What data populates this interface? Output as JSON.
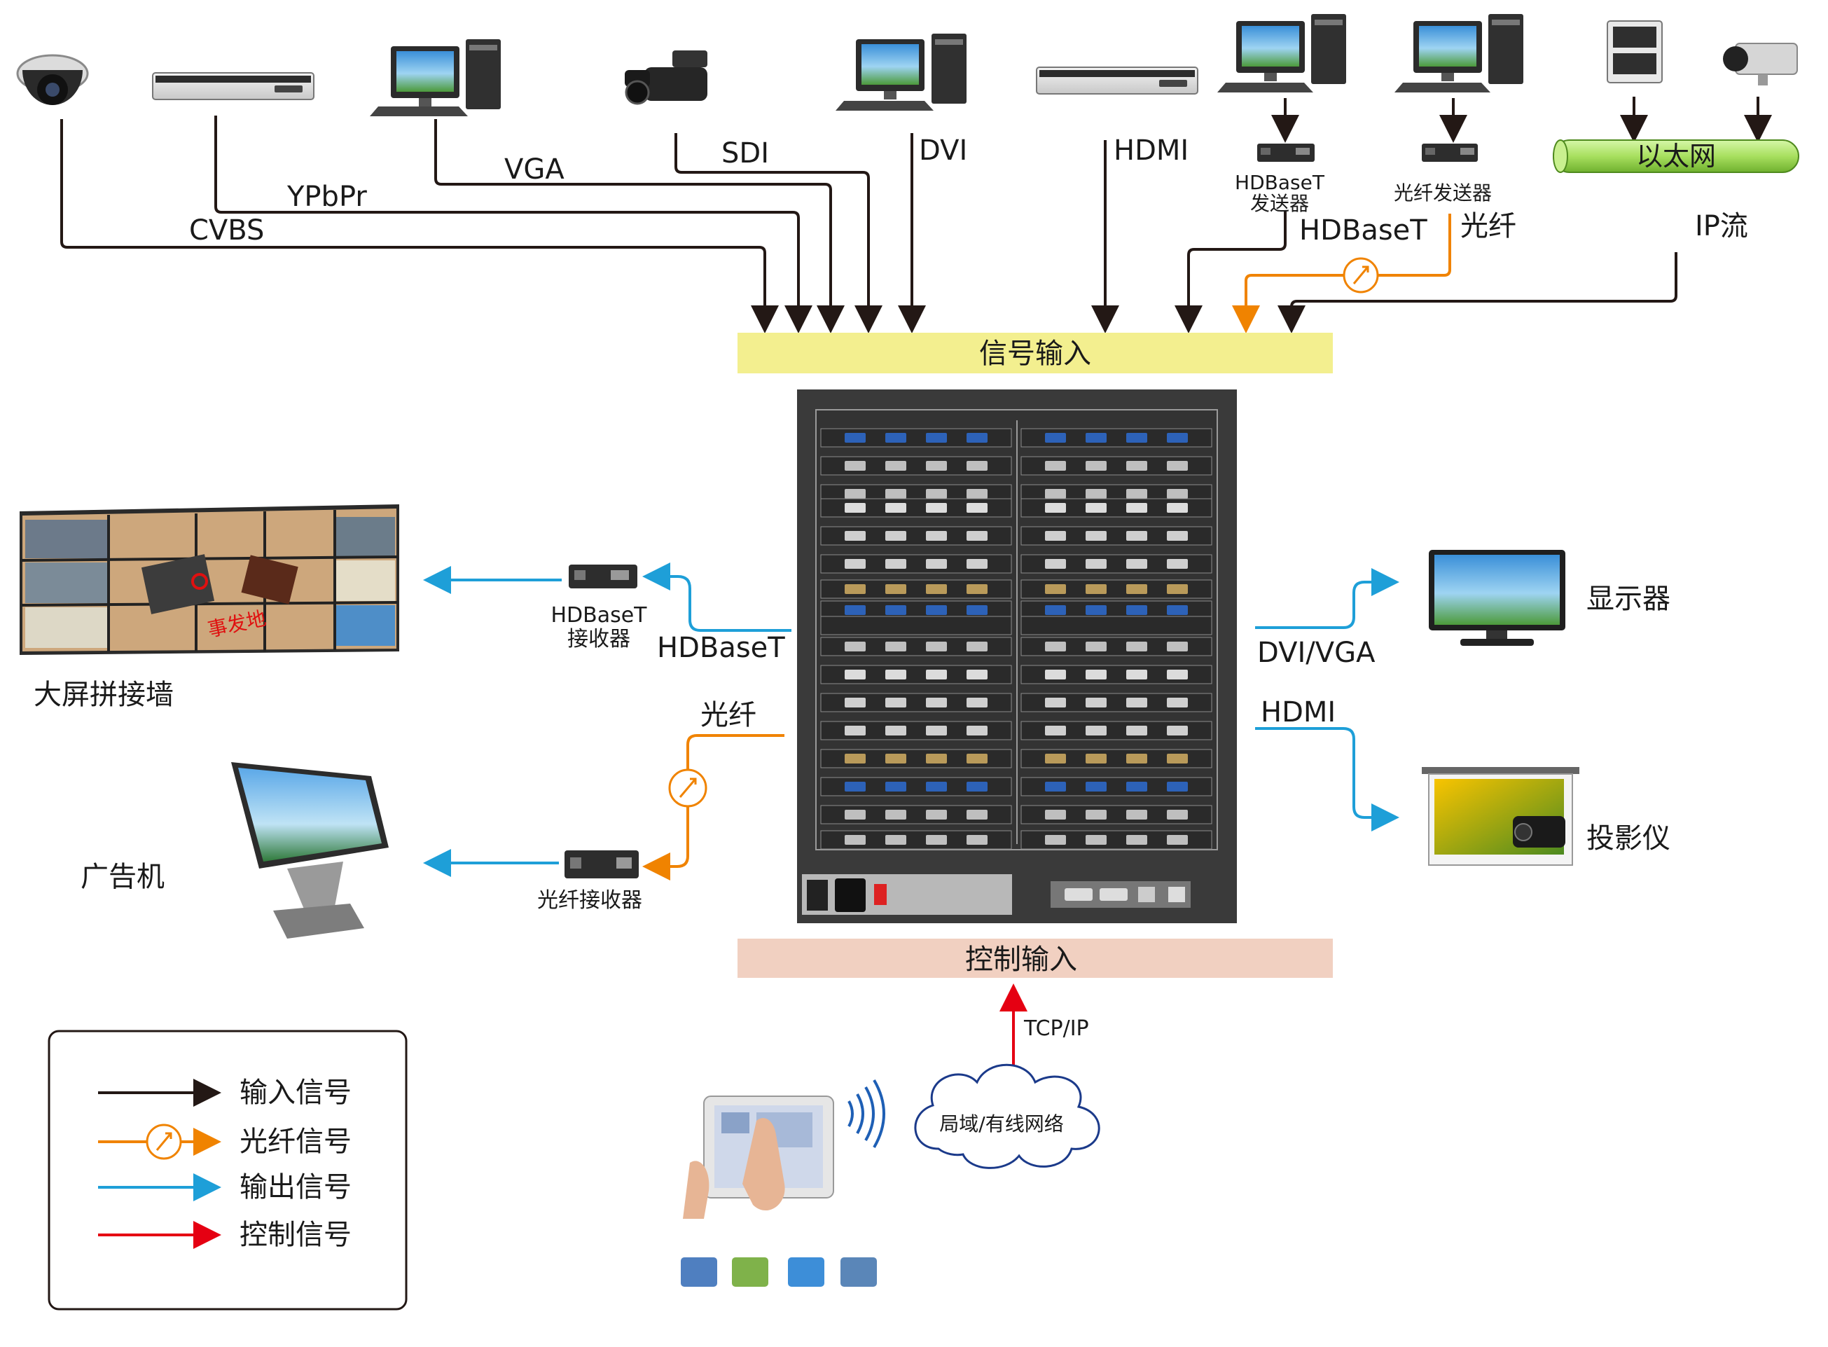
{
  "sources": {
    "cvbs": "CVBS",
    "ypbpr": "YPbPr",
    "vga": "VGA",
    "sdi": "SDI",
    "dvi": "DVI",
    "hdmi": "HDMI",
    "hdbaset_tx": [
      "HDBaseT",
      "发送器"
    ],
    "fiber_tx": "光纤发送器",
    "hdbaset_line": "HDBaseT",
    "fiber_line": "光纤",
    "ethernet": "以太网",
    "ipstream": "IP流"
  },
  "bars": {
    "signal_input": "信号输入",
    "control_input": "控制输入"
  },
  "outputs_left": {
    "video_wall": "大屏拼接墙",
    "kiosk": "广告机",
    "hdbaset_rx": [
      "HDBaseT",
      "接收器"
    ],
    "fiber_rx": "光纤接收器",
    "hdbaset_line": "HDBaseT",
    "fiber_line": "光纤",
    "wall_overlay": "事发地"
  },
  "outputs_right": {
    "dvi_vga": "DVI/VGA",
    "hdmi": "HDMI",
    "monitor": "显示器",
    "projector": "投影仪"
  },
  "control": {
    "tcpip": "TCP/IP",
    "network": "局域/有线网络"
  },
  "legend": {
    "items": [
      {
        "label": "输入信号",
        "color": "#231815"
      },
      {
        "label": "光纤信号",
        "color": "#f08300"
      },
      {
        "label": "输出信号",
        "color": "#1e9fd8"
      },
      {
        "label": "控制信号",
        "color": "#e50012"
      }
    ]
  },
  "colors": {
    "input_line": "#231815",
    "fiber_line": "#f08300",
    "output_line": "#1e9fd8",
    "control_line": "#e50012",
    "input_bar": "#f3ef8f",
    "control_bar": "#f1d0c1",
    "ethernet_pipe": "#a8e05f",
    "chassis": "#3a3a3a"
  }
}
